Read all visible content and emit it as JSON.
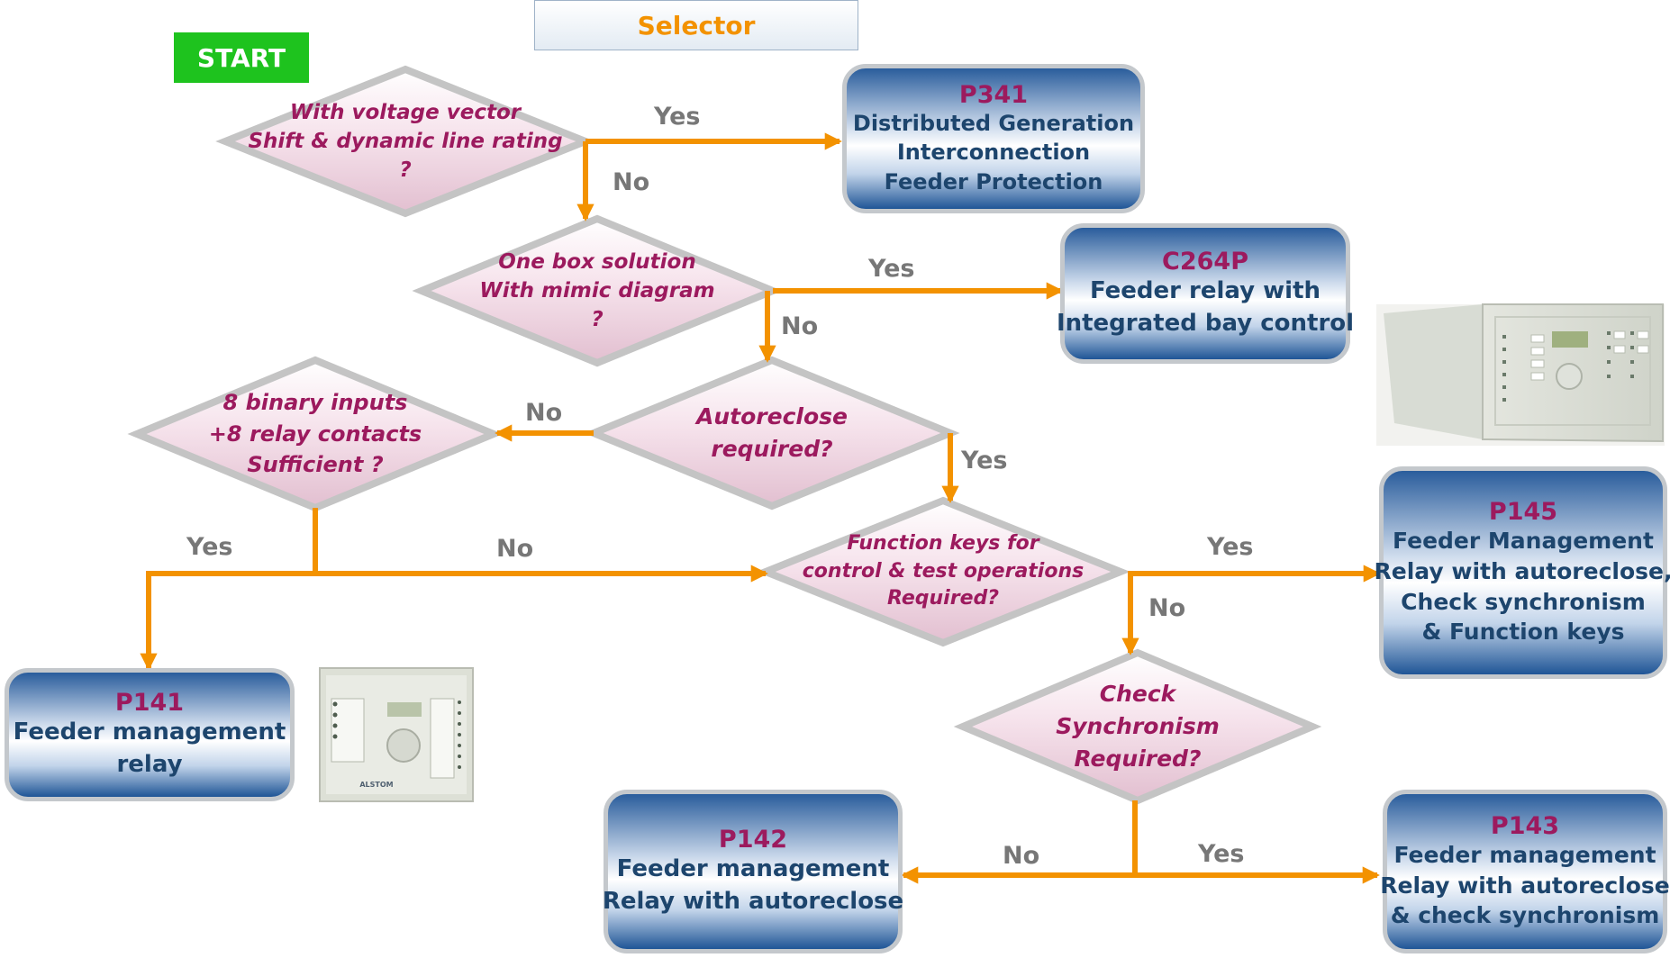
{
  "header": {
    "selector": "Selector",
    "start": "START"
  },
  "decisions": {
    "voltage_vector": [
      "With voltage vector",
      "Shift & dynamic line rating",
      "?"
    ],
    "one_box": [
      "One box solution",
      "With mimic diagram",
      "?"
    ],
    "autoreclose": [
      "Autoreclose",
      "required?"
    ],
    "binary_inputs": [
      "8 binary inputs",
      "+8 relay contacts",
      "Sufficient ?"
    ],
    "function_keys": [
      "Function keys for",
      "control & test operations",
      "Required?"
    ],
    "check_sync": [
      "Check",
      "Synchronism",
      "Required?"
    ]
  },
  "products": {
    "p341": {
      "title": "P341",
      "lines": [
        "Distributed Generation",
        "Interconnection",
        "Feeder Protection"
      ]
    },
    "c264p": {
      "title": "C264P",
      "lines": [
        "Feeder relay with",
        "Integrated bay control"
      ]
    },
    "p145": {
      "title": "P145",
      "lines": [
        "Feeder Management",
        "Relay with autoreclose,",
        "Check synchronism",
        "& Function keys"
      ]
    },
    "p141": {
      "title": "P141",
      "lines": [
        "Feeder management",
        "relay"
      ]
    },
    "p142": {
      "title": "P142",
      "lines": [
        "Feeder management",
        "Relay with autoreclose"
      ]
    },
    "p143": {
      "title": "P143",
      "lines": [
        "Feeder management",
        "Relay with autoreclose",
        "& check synchronism"
      ]
    }
  },
  "edge_labels": {
    "vv_yes": "Yes",
    "vv_no": "No",
    "ob_yes": "Yes",
    "ob_no": "No",
    "ar_no": "No",
    "ar_yes": "Yes",
    "bi_yes": "Yes",
    "bi_no": "No",
    "fk_yes": "Yes",
    "fk_no": "No",
    "cs_no": "No",
    "cs_yes": "Yes"
  },
  "device_small": {
    "brand": "ALSTOM"
  },
  "colors": {
    "arrow": "#f39200",
    "decision_text": "#9c1a5e",
    "product_title": "#9c1a5e",
    "product_desc": "#1d456d",
    "label_gray": "#777777",
    "start_green": "#1ec31e",
    "box_blue": "#2a5d9c"
  }
}
